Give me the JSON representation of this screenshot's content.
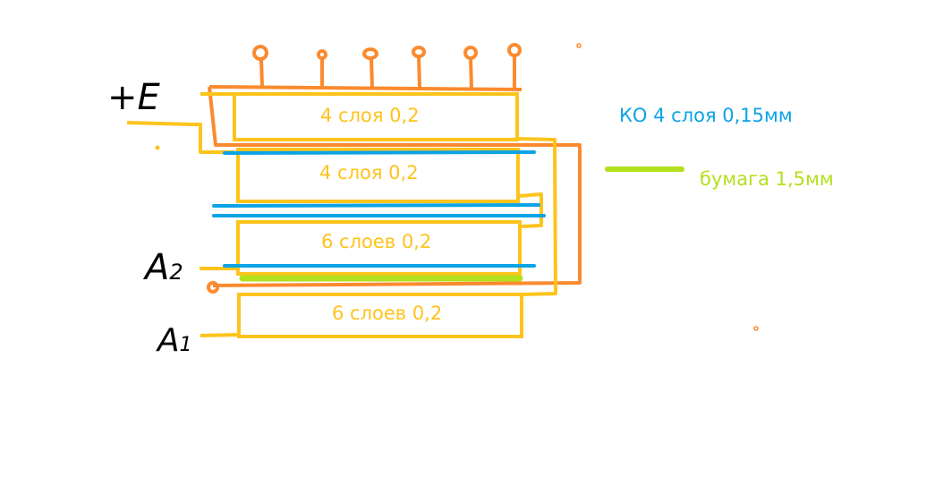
{
  "diagram": {
    "title": "Transformer winding layering sketch",
    "colors": {
      "winding": "#fec31c",
      "lead": "#fb8a2e",
      "insulation_ko": "#0ca3e6",
      "paper": "#b3e01c",
      "hand_labels": "#000000"
    },
    "windings": [
      {
        "label": "4 слоя 0,2"
      },
      {
        "label": "4 слоя 0,2"
      },
      {
        "label": "6 слоев 0,2"
      },
      {
        "label": "6 слоев 0,2"
      }
    ],
    "terminals": {
      "plus_e": "+E",
      "a2": "A2",
      "a2_base": "A",
      "a2_sub": "2",
      "a1_base": "A",
      "a1_sub": "1"
    },
    "tap_count": 6,
    "legend": {
      "ko": "КО 4 слоя 0,15мм",
      "paper": "бумага 1,5мм"
    }
  }
}
